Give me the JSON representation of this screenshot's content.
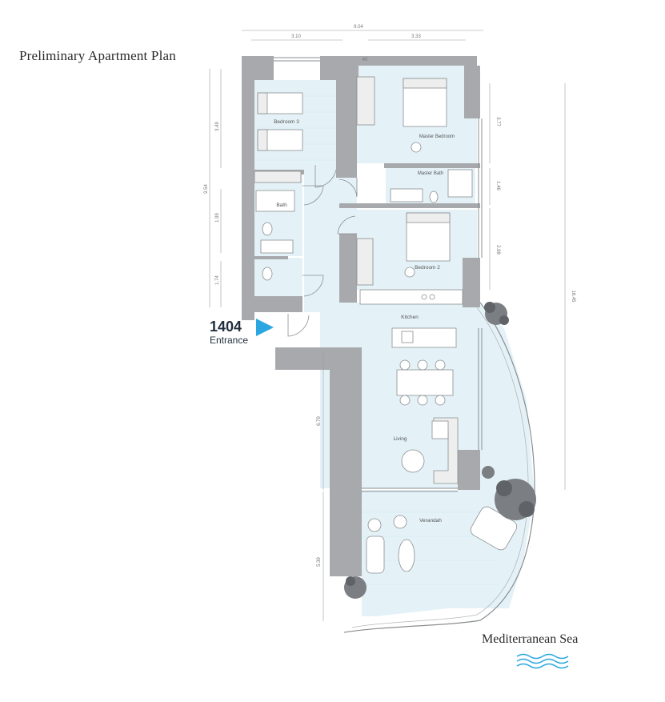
{
  "title": "Preliminary Apartment Plan",
  "unit": {
    "number": "1404",
    "entrance": "Entrance"
  },
  "sea": "Mediterranean Sea",
  "colors": {
    "wall": "#a7a9ac",
    "floor": "#e4f2f8",
    "accent": "#2aa6e0",
    "line": "#8a8d90"
  },
  "rooms": {
    "bedroom3": "Bedroom 3",
    "master_bedroom": "Master Bedroom",
    "master_bath": "Master Bath",
    "bath": "Bath",
    "bedroom2": "Bedroom 2",
    "kitchen": "Kitchen",
    "living": "Living",
    "verandah": "Verandah"
  },
  "dimensions": {
    "total_width": "9.04",
    "w_left": "3.10",
    "w_right": "3.33",
    "w_small": "40",
    "left_total": "9.54",
    "l1": "3.49",
    "l2": "1.99",
    "l3": "1.74",
    "r1": "3.77",
    "r2": "1.46",
    "r3": "2.98",
    "right_total": "16.45",
    "mid": "6.79",
    "low": "5.39"
  }
}
